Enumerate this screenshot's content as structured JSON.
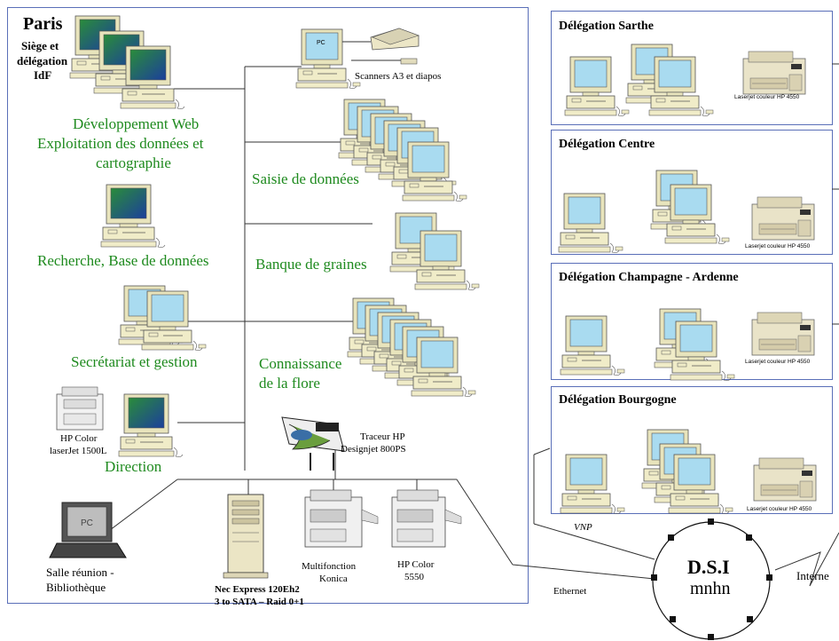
{
  "paris": {
    "title": "Paris",
    "subtitle": [
      "Siège et",
      "délégation",
      "IdF"
    ],
    "group_dev": [
      "Développement Web",
      "Exploitation des données et",
      "cartographie"
    ],
    "group_rech": "Recherche, Base de données",
    "group_secr": "Secrétariat et gestion",
    "group_dir": "Direction",
    "group_saisie": "Saisie de données",
    "group_graines": "Banque de graines",
    "group_flore": [
      "Connaissance",
      "de la flore"
    ],
    "scanners": "Scanners A3 et diapos",
    "printer_hp1500": [
      "HP Color",
      "laserJet 1500L"
    ],
    "plotter": [
      "Traceur HP",
      "Designjet 800PS"
    ],
    "salle": [
      "Salle réunion -",
      "Bibliothèque"
    ],
    "server": [
      "Nec Express 120Eh2",
      "3 to SATA – Raid 0+1"
    ],
    "multifonction": [
      "Multifonction",
      "Konica"
    ],
    "hp5550": [
      "HP Color",
      "5550"
    ],
    "pc_label": "PC"
  },
  "delegations": [
    {
      "name": "Délégation Sarthe",
      "printer": "Laserjet couleur HP 4550"
    },
    {
      "name": "Délégation Centre",
      "printer": "Laserjet couleur HP 4550"
    },
    {
      "name": "Délégation  Champagne - Ardenne",
      "printer": "Laserjet couleur HP 4550"
    },
    {
      "name": "Délégation Bourgogne",
      "printer": "Laserjet couleur HP 4550"
    }
  ],
  "network": {
    "ethernet": "Ethernet",
    "vnp": "VNP",
    "internet": "Interne",
    "dsi_title": "D.S.I",
    "dsi_sub": "mnhn"
  },
  "colors": {
    "box_border": "#5a6fb8",
    "label_green": "#1e8a1e",
    "screen_blue": "#a9dbf0",
    "screen_gradient_green": "#2a8c3a",
    "screen_gradient_blue": "#1c3f9c"
  }
}
